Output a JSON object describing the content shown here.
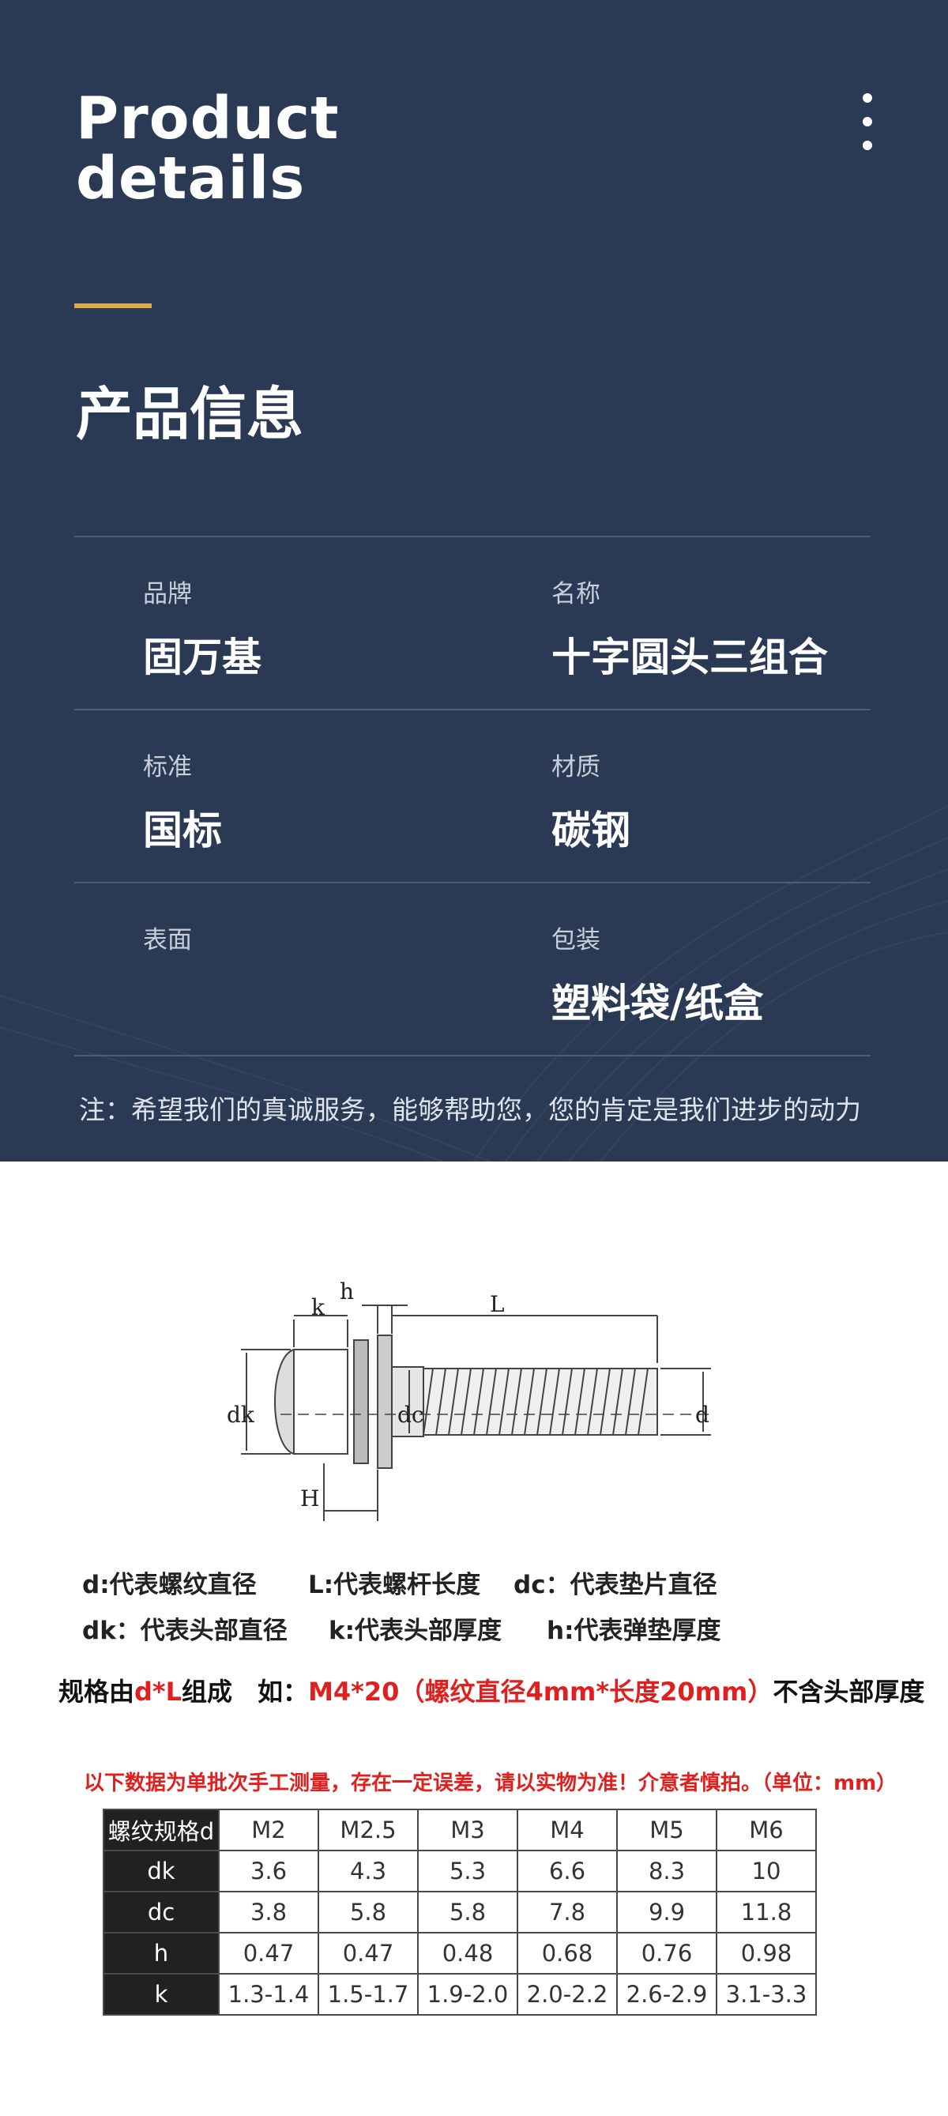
{
  "header": {
    "title_en_line1": "Product",
    "title_en_line2": "details",
    "title_cn": "产品信息",
    "menu_icon": "more-vertical-icon",
    "background": "#2b3a54",
    "accent": "#d9a84f"
  },
  "info": {
    "rows": [
      [
        {
          "label": "品牌",
          "value": "固万基"
        },
        {
          "label": "名称",
          "value": "十字圆头三组合"
        }
      ],
      [
        {
          "label": "标准",
          "value": "国标"
        },
        {
          "label": "材质",
          "value": "碳钢"
        }
      ],
      [
        {
          "label": "表面",
          "value": ""
        },
        {
          "label": "包装",
          "value": "塑料袋/纸盒"
        }
      ]
    ],
    "note": "注：希望我们的真诚服务，能够帮助您，您的肯定是我们进步的动力"
  },
  "diagram": {
    "labels": {
      "k": "k",
      "h": "h",
      "L": "L",
      "dk": "dk",
      "dc": "dc",
      "d": "d",
      "H": "H"
    }
  },
  "legend": {
    "d": "d:代表螺纹直径",
    "L": "L:代表螺杆长度",
    "dc": "dc：代表垫片直径",
    "dk": "dk：代表头部直径",
    "k": "k:代表头部厚度",
    "h": "h:代表弹垫厚度"
  },
  "example": {
    "prefix": "规格由",
    "spec_red": "d*L",
    "middle": "组成　如：",
    "sample_red": "M4*20（螺纹直径4mm*长度20mm）",
    "suffix": "不含头部厚度"
  },
  "disclaimer": "以下数据为单批次手工测量，存在一定误差，请以实物为准！介意者慎拍。（单位：mm）",
  "table": {
    "header": [
      "螺纹规格d",
      "M2",
      "M2.5",
      "M3",
      "M4",
      "M5",
      "M6"
    ],
    "rows": [
      [
        "dk",
        "3.6",
        "4.3",
        "5.3",
        "6.6",
        "8.3",
        "10"
      ],
      [
        "dc",
        "3.8",
        "5.8",
        "5.8",
        "7.8",
        "9.9",
        "11.8"
      ],
      [
        "h",
        "0.47",
        "0.47",
        "0.48",
        "0.68",
        "0.76",
        "0.98"
      ],
      [
        "k",
        "1.3-1.4",
        "1.5-1.7",
        "1.9-2.0",
        "2.0-2.2",
        "2.6-2.9",
        "3.1-3.3"
      ]
    ]
  }
}
